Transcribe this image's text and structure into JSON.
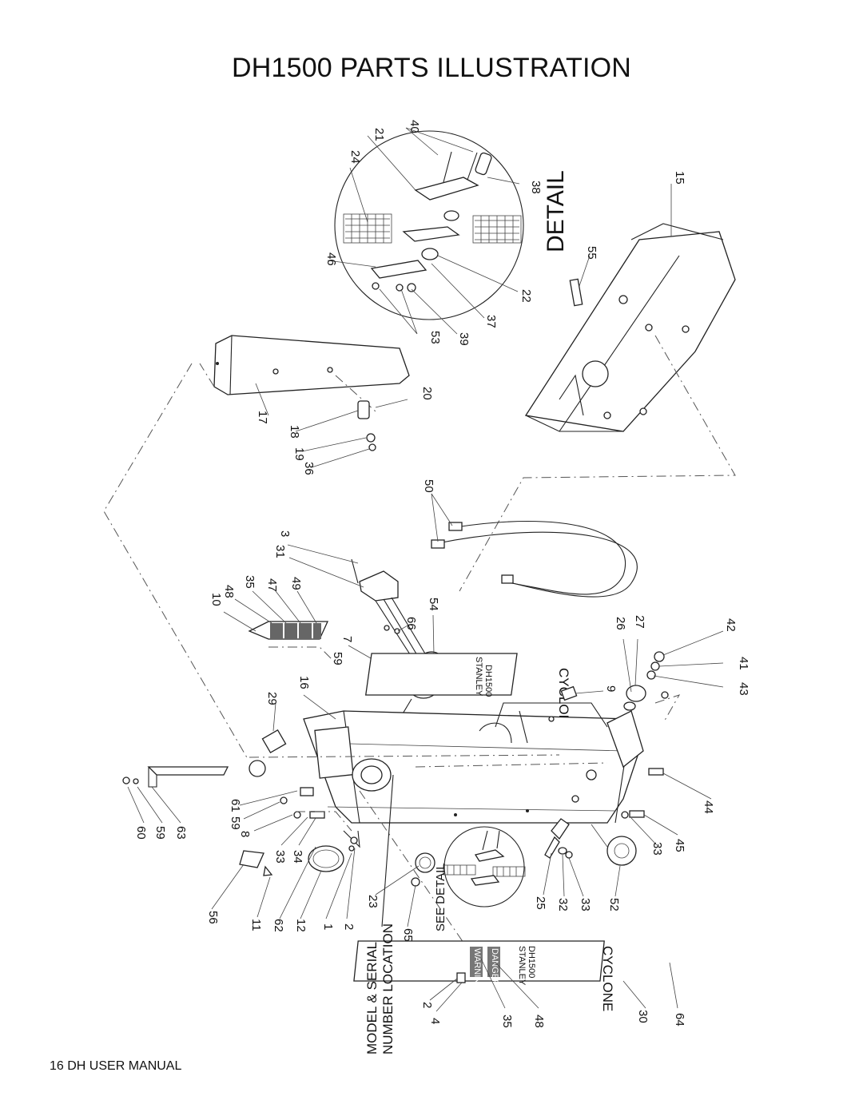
{
  "page": {
    "title": "DH1500 PARTS ILLUSTRATION",
    "footer": "16  DH USER MANUAL"
  },
  "labels": {
    "detail": "DETAIL",
    "see_detail": "SEE DETAIL",
    "model_serial_line1": "MODEL & SERIAL",
    "model_serial_line2": "NUMBER LOCATION"
  },
  "decals": {
    "warning": "WARNING",
    "danger": "DANGER",
    "brand": "STANLEY",
    "model": "DH1500",
    "logo": "CYCLONE"
  },
  "callouts": {
    "detail": [
      "40",
      "21",
      "24",
      "38",
      "46",
      "22",
      "37",
      "39",
      "53"
    ],
    "upper": [
      "15",
      "55",
      "20",
      "17",
      "18",
      "19",
      "36",
      "50"
    ],
    "middle": [
      "3",
      "31",
      "35",
      "47",
      "49",
      "10",
      "48",
      "54",
      "66",
      "7",
      "59",
      "26",
      "27",
      "42",
      "41",
      "43",
      "9",
      "16",
      "29"
    ],
    "lower": [
      "44",
      "45",
      "33",
      "60",
      "59",
      "63",
      "61",
      "59",
      "8",
      "33",
      "34",
      "56",
      "11",
      "62",
      "12",
      "1",
      "2",
      "23",
      "65",
      "25",
      "32",
      "33",
      "52"
    ],
    "bottom": [
      "2",
      "4",
      "35",
      "48",
      "30",
      "64"
    ]
  }
}
